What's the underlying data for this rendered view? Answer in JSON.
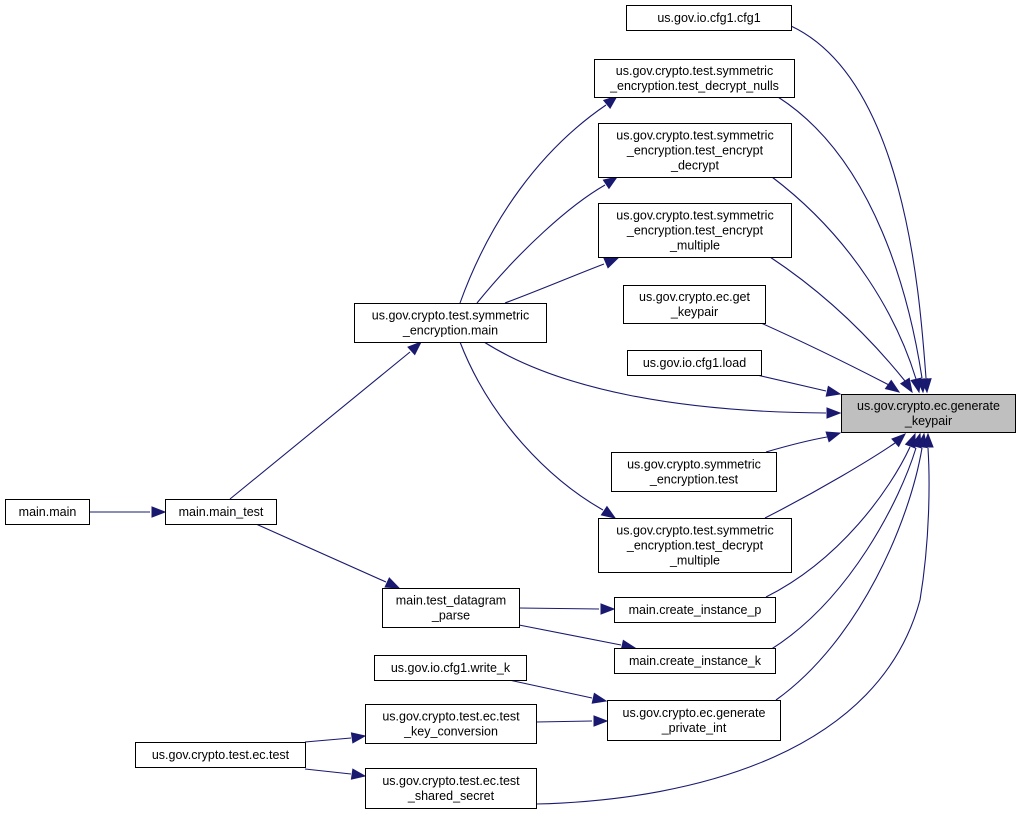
{
  "nodes": {
    "cfg1_cfg1": {
      "lines": [
        "us.gov.io.cfg1.cfg1"
      ]
    },
    "test_decrypt_nulls": {
      "lines": [
        "us.gov.crypto.test.symmetric",
        "_encryption.test_decrypt_nulls"
      ]
    },
    "test_encrypt_decrypt": {
      "lines": [
        "us.gov.crypto.test.symmetric",
        "_encryption.test_encrypt",
        "_decrypt"
      ]
    },
    "test_encrypt_multiple": {
      "lines": [
        "us.gov.crypto.test.symmetric",
        "_encryption.test_encrypt",
        "_multiple"
      ]
    },
    "ec_get_keypair": {
      "lines": [
        "us.gov.crypto.ec.get",
        "_keypair"
      ]
    },
    "cfg1_load": {
      "lines": [
        "us.gov.io.cfg1.load"
      ]
    },
    "symenc_main": {
      "lines": [
        "us.gov.crypto.test.symmetric",
        "_encryption.main"
      ]
    },
    "generate_keypair": {
      "lines": [
        "us.gov.crypto.ec.generate",
        "_keypair"
      ],
      "highlight": true
    },
    "symenc_test": {
      "lines": [
        "us.gov.crypto.symmetric",
        "_encryption.test"
      ]
    },
    "main_main": {
      "lines": [
        "main.main"
      ]
    },
    "main_main_test": {
      "lines": [
        "main.main_test"
      ]
    },
    "test_decrypt_multiple": {
      "lines": [
        "us.gov.crypto.test.symmetric",
        "_encryption.test_decrypt",
        "_multiple"
      ]
    },
    "test_datagram_parse": {
      "lines": [
        "main.test_datagram",
        "_parse"
      ]
    },
    "create_instance_p": {
      "lines": [
        "main.create_instance_p"
      ]
    },
    "create_instance_k": {
      "lines": [
        "main.create_instance_k"
      ]
    },
    "cfg1_write_k": {
      "lines": [
        "us.gov.io.cfg1.write_k"
      ]
    },
    "ec_test_key_conversion": {
      "lines": [
        "us.gov.crypto.test.ec.test",
        "_key_conversion"
      ]
    },
    "generate_private_int": {
      "lines": [
        "us.gov.crypto.ec.generate",
        "_private_int"
      ]
    },
    "ec_test": {
      "lines": [
        "us.gov.crypto.test.ec.test"
      ]
    },
    "ec_test_shared_secret": {
      "lines": [
        "us.gov.crypto.test.ec.test",
        "_shared_secret"
      ]
    }
  },
  "edges": [
    {
      "from": "cfg1_cfg1",
      "to": "generate_keypair"
    },
    {
      "from": "test_decrypt_nulls",
      "to": "generate_keypair"
    },
    {
      "from": "test_encrypt_decrypt",
      "to": "generate_keypair"
    },
    {
      "from": "test_encrypt_multiple",
      "to": "generate_keypair"
    },
    {
      "from": "ec_get_keypair",
      "to": "generate_keypair"
    },
    {
      "from": "cfg1_load",
      "to": "generate_keypair"
    },
    {
      "from": "symenc_main",
      "to": "generate_keypair"
    },
    {
      "from": "symenc_test",
      "to": "generate_keypair"
    },
    {
      "from": "test_decrypt_multiple",
      "to": "generate_keypair"
    },
    {
      "from": "create_instance_p",
      "to": "generate_keypair"
    },
    {
      "from": "create_instance_k",
      "to": "generate_keypair"
    },
    {
      "from": "generate_private_int",
      "to": "generate_keypair"
    },
    {
      "from": "ec_test_shared_secret",
      "to": "generate_keypair"
    },
    {
      "from": "symenc_main",
      "to": "test_decrypt_nulls"
    },
    {
      "from": "symenc_main",
      "to": "test_encrypt_decrypt"
    },
    {
      "from": "symenc_main",
      "to": "test_encrypt_multiple"
    },
    {
      "from": "symenc_main",
      "to": "test_decrypt_multiple"
    },
    {
      "from": "main_main_test",
      "to": "symenc_main"
    },
    {
      "from": "main_main",
      "to": "main_main_test"
    },
    {
      "from": "main_main_test",
      "to": "test_datagram_parse"
    },
    {
      "from": "test_datagram_parse",
      "to": "create_instance_p"
    },
    {
      "from": "test_datagram_parse",
      "to": "create_instance_k"
    },
    {
      "from": "cfg1_write_k",
      "to": "generate_private_int"
    },
    {
      "from": "ec_test_key_conversion",
      "to": "generate_private_int"
    },
    {
      "from": "ec_test",
      "to": "ec_test_key_conversion"
    },
    {
      "from": "ec_test",
      "to": "ec_test_shared_secret"
    }
  ],
  "colors": {
    "edge": "#191970",
    "highlight_fill": "#bfbfbf",
    "node_border": "#000000"
  }
}
